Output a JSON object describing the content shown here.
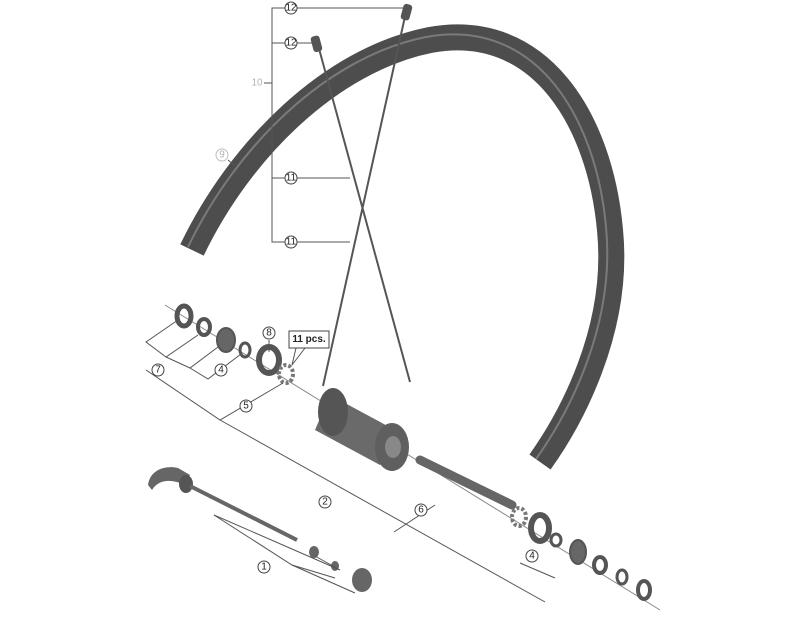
{
  "diagram": {
    "callouts": {
      "c12a": "12",
      "c12b": "12",
      "c10": "10",
      "c9": "9",
      "c11a": "11",
      "c11b": "11",
      "c8": "8",
      "pcs": "11 pcs.",
      "c7": "7",
      "c4a": "4",
      "c5": "5",
      "c2": "2",
      "c6": "6",
      "c1": "1",
      "c4b": "4"
    },
    "colors": {
      "part": "#5a5a5a",
      "part_light": "#8a8a8a",
      "leader": "#555555"
    }
  }
}
